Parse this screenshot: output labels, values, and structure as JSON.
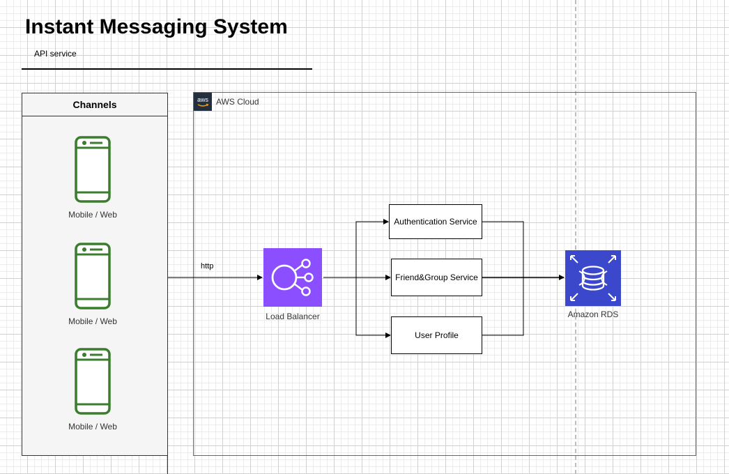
{
  "diagram": {
    "title": "Instant Messaging System",
    "subtitle": "API service",
    "channels": {
      "header": "Channels",
      "devices": [
        {
          "label": "Mobile / Web"
        },
        {
          "label": "Mobile / Web"
        },
        {
          "label": "Mobile / Web"
        }
      ]
    },
    "cloud": {
      "badge_text": "aws",
      "label": "AWS Cloud"
    },
    "edge_label": "http",
    "load_balancer": {
      "label": "Load Balancer"
    },
    "services": [
      {
        "label": "Authentication Service"
      },
      {
        "label": "Friend&Group Service"
      },
      {
        "label": "User Profile"
      }
    ],
    "database": {
      "label": "Amazon RDS"
    }
  },
  "colors": {
    "device_green": "#3a7d2c",
    "elb_purple": "#8c4fff",
    "rds_blue": "#3b48cc",
    "aws_badge": "#232f3e"
  },
  "icons": {
    "device": "smartphone-icon",
    "load_balancer": "elastic-load-balancing-icon",
    "database": "amazon-rds-icon",
    "cloud_badge": "aws-logo-icon"
  }
}
